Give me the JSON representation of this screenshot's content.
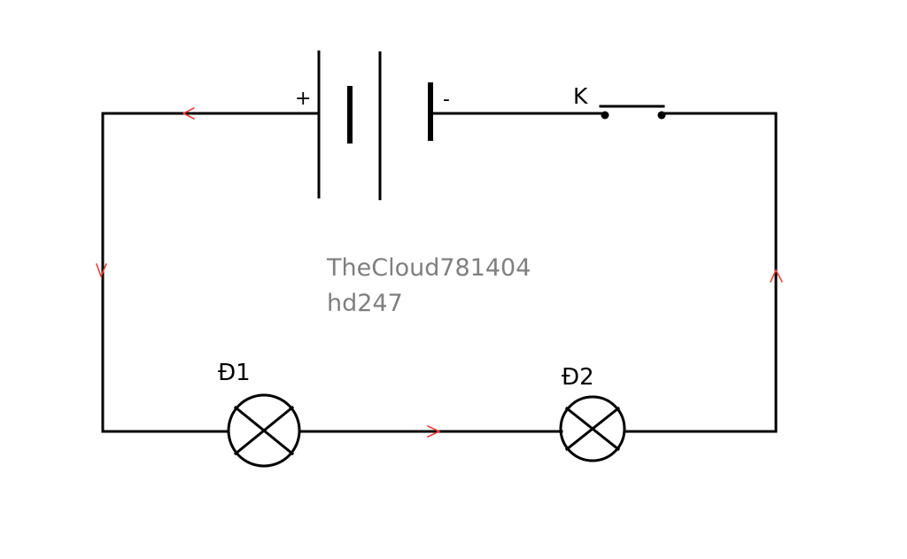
{
  "labels": {
    "battery_plus": "+",
    "battery_minus": "-",
    "switch": "K",
    "lamp1": "Đ1",
    "lamp2": "Đ2"
  },
  "watermark": {
    "line1": "TheCloud781404",
    "line2": "hd247"
  },
  "colors": {
    "wire": "#000000",
    "current_arrow": "#e8413c",
    "watermark": "#7f7f7f"
  }
}
